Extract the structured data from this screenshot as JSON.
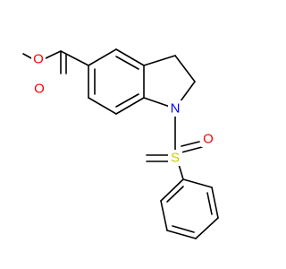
{
  "molecule": {
    "atoms": {
      "o_methoxy": {
        "label": "O",
        "color": "#ff0000"
      },
      "o_carbonyl": {
        "label": "O",
        "color": "#ff0000"
      },
      "n_indoline": {
        "label": "N",
        "color": "#0000ff"
      },
      "s_sulfonyl": {
        "label": "S",
        "color": "#cccc00"
      },
      "o_sulfonyl": {
        "label": "O",
        "color": "#ff0000"
      }
    }
  }
}
